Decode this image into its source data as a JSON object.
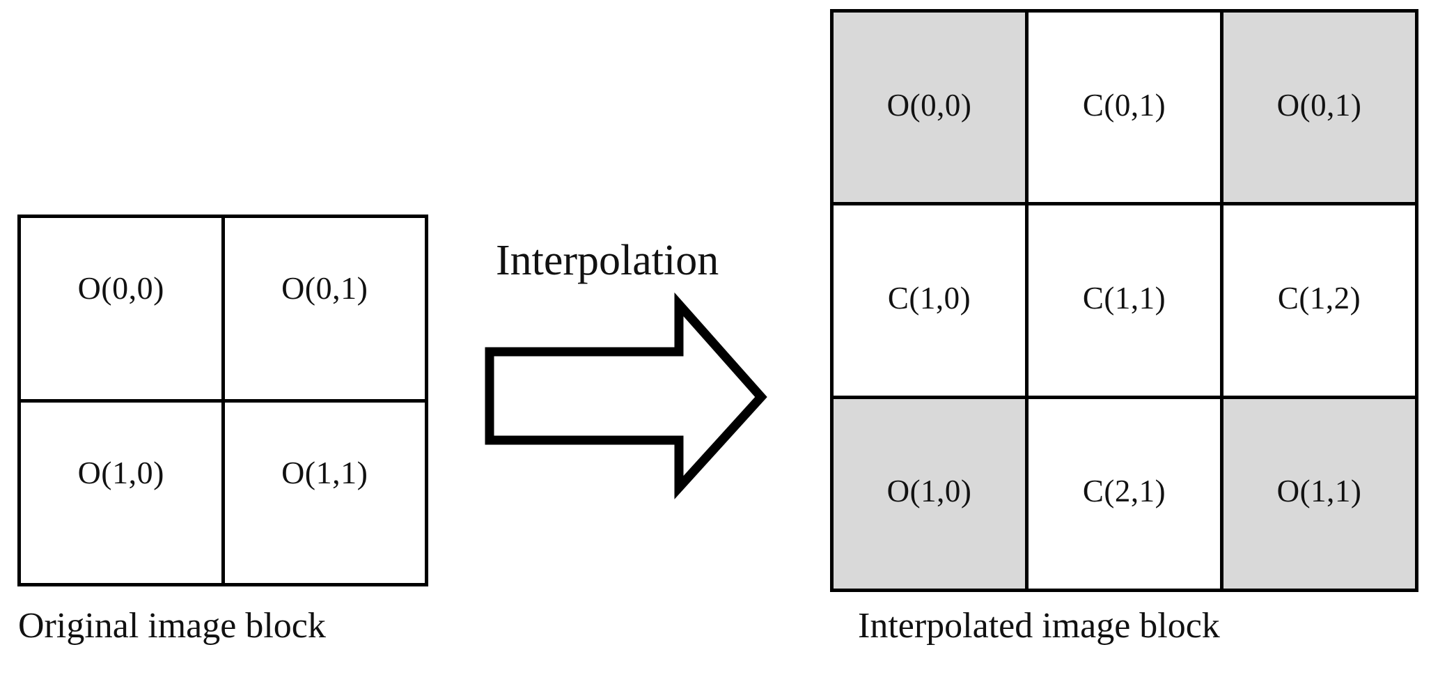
{
  "diagram": {
    "title_text": "Interpolation",
    "arrow_icon": "right-arrow-icon",
    "left_block": {
      "caption": "Original image block",
      "rows": 2,
      "cols": 2,
      "cells": [
        {
          "label": "O(0,0)",
          "shaded": false
        },
        {
          "label": "O(0,1)",
          "shaded": false
        },
        {
          "label": "O(1,0)",
          "shaded": false
        },
        {
          "label": "O(1,1)",
          "shaded": false
        }
      ]
    },
    "right_block": {
      "caption": "Interpolated image block",
      "rows": 3,
      "cols": 3,
      "cells": [
        {
          "label": "O(0,0)",
          "shaded": true
        },
        {
          "label": "C(0,1)",
          "shaded": false
        },
        {
          "label": "O(0,1)",
          "shaded": true
        },
        {
          "label": "C(1,0)",
          "shaded": false
        },
        {
          "label": "C(1,1)",
          "shaded": false
        },
        {
          "label": "C(1,2)",
          "shaded": false
        },
        {
          "label": "O(1,0)",
          "shaded": true
        },
        {
          "label": "C(2,1)",
          "shaded": false
        },
        {
          "label": "O(1,1)",
          "shaded": true
        }
      ]
    },
    "colors": {
      "line": "#000000",
      "shaded_cell": "#d9d9d9",
      "plain_cell": "#ffffff",
      "text": "#111111",
      "background": "#ffffff"
    }
  }
}
